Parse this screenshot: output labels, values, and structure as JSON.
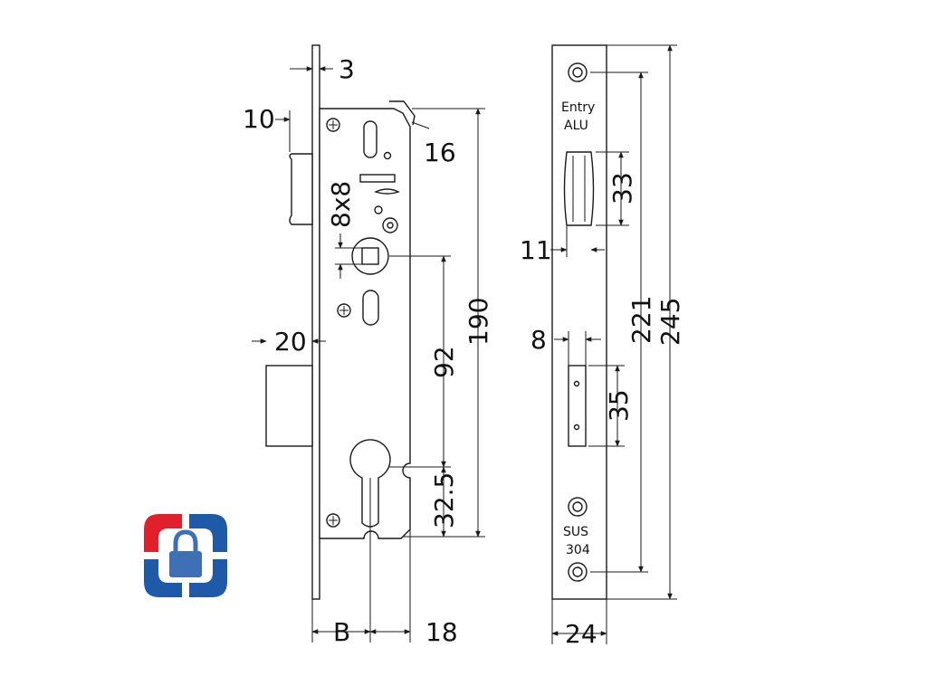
{
  "diagram": {
    "side_view": {
      "dimensions": {
        "faceplate_thickness": "3",
        "latch_offset": "10",
        "latch_bevel": "16",
        "spindle": "8x8",
        "spindle_to_cylinder": "92",
        "body_height": "190",
        "deadbolt_throw": "20",
        "cylinder_to_bottom": "32.5",
        "backset": "B",
        "cylinder_to_back": "18"
      }
    },
    "front_view": {
      "top_label": [
        "Entry",
        "ALU"
      ],
      "bottom_label": [
        "SUS",
        "304"
      ],
      "dimensions": {
        "latch_window_height": "33",
        "latch_window_inset": "11",
        "bolt_window_height": "35",
        "bolt_window_width": "8",
        "screw_centers": "221",
        "faceplate_height": "245",
        "faceplate_width": "24"
      }
    }
  },
  "logo": {
    "icon": "padlock-icon",
    "colors": {
      "red": "#e2202c",
      "blue": "#1f5aa8",
      "lock": "#3f6fb4"
    }
  }
}
